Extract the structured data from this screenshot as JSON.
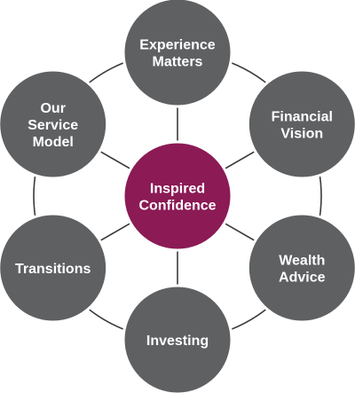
{
  "diagram": {
    "center": {
      "lines": [
        "Inspired",
        "Confidence"
      ],
      "color": "#8B1A55"
    },
    "satellites": [
      {
        "id": "experience-matters",
        "lines": [
          "Experience",
          "Matters"
        ]
      },
      {
        "id": "financial-vision",
        "lines": [
          "Financial",
          "Vision"
        ]
      },
      {
        "id": "wealth-advice",
        "lines": [
          "Wealth",
          "Advice"
        ]
      },
      {
        "id": "investing",
        "lines": [
          "Investing"
        ]
      },
      {
        "id": "transitions",
        "lines": [
          "Transitions"
        ]
      },
      {
        "id": "our-service-model",
        "lines": [
          "Our",
          "Service",
          "Model"
        ]
      }
    ],
    "satellite_color": "#5F6062",
    "ring_color": "#3A3A3A",
    "spoke_color": "#3A3A3A",
    "outline_color": "#FFFFFF"
  }
}
